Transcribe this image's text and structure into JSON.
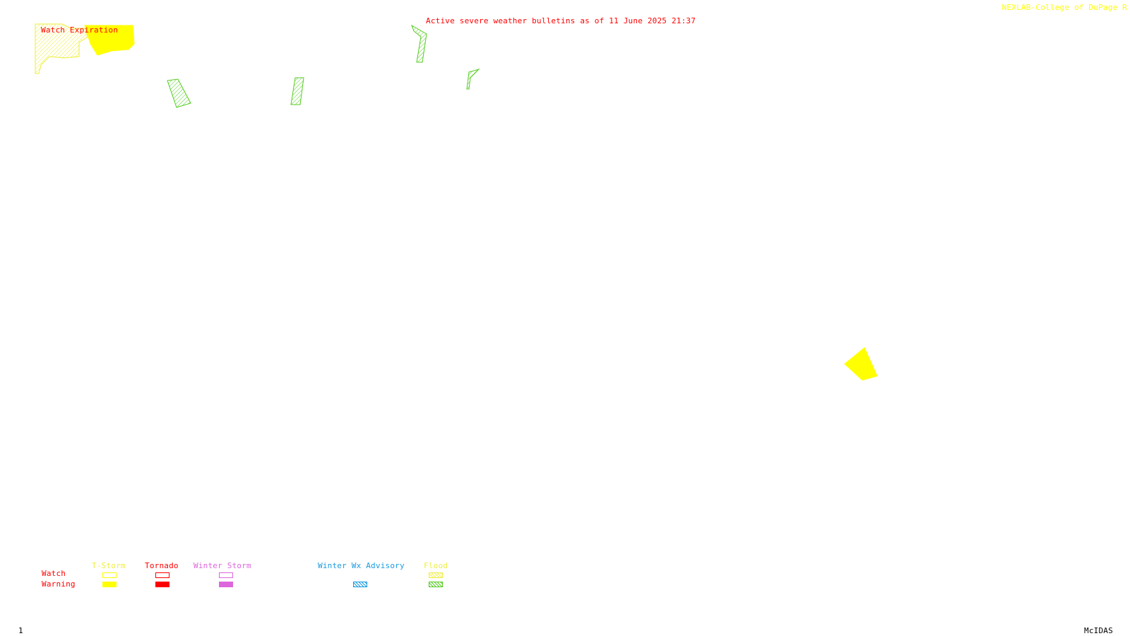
{
  "header": {
    "title": "Active severe weather bulletins as of 11 June 2025 21:37",
    "source": "NEXLAB-College of DuPage R",
    "frame_number": "1",
    "software": "McIDAS"
  },
  "watch_box": {
    "label": "Watch Expiration"
  },
  "legend": {
    "row_labels": {
      "watch": "Watch",
      "warning": "Warning"
    },
    "categories": [
      {
        "key": "tstorm",
        "label": "T-Storm",
        "color": "#ffff00"
      },
      {
        "key": "tornado",
        "label": "Tornado",
        "color": "#ff0000"
      },
      {
        "key": "winter_storm",
        "label": "Winter Storm",
        "color": "#dd66dd"
      },
      {
        "key": "winter_adv",
        "label": "Winter Wx Advisory",
        "color": "#1a9be0"
      },
      {
        "key": "flood",
        "label": "Flood",
        "color": "#55cc22"
      }
    ]
  },
  "colors": {
    "header_red": "#ff0000",
    "source_yellow": "#ffff00",
    "flood_green": "#55cc22",
    "tstorm_yellow": "#ffff00"
  }
}
